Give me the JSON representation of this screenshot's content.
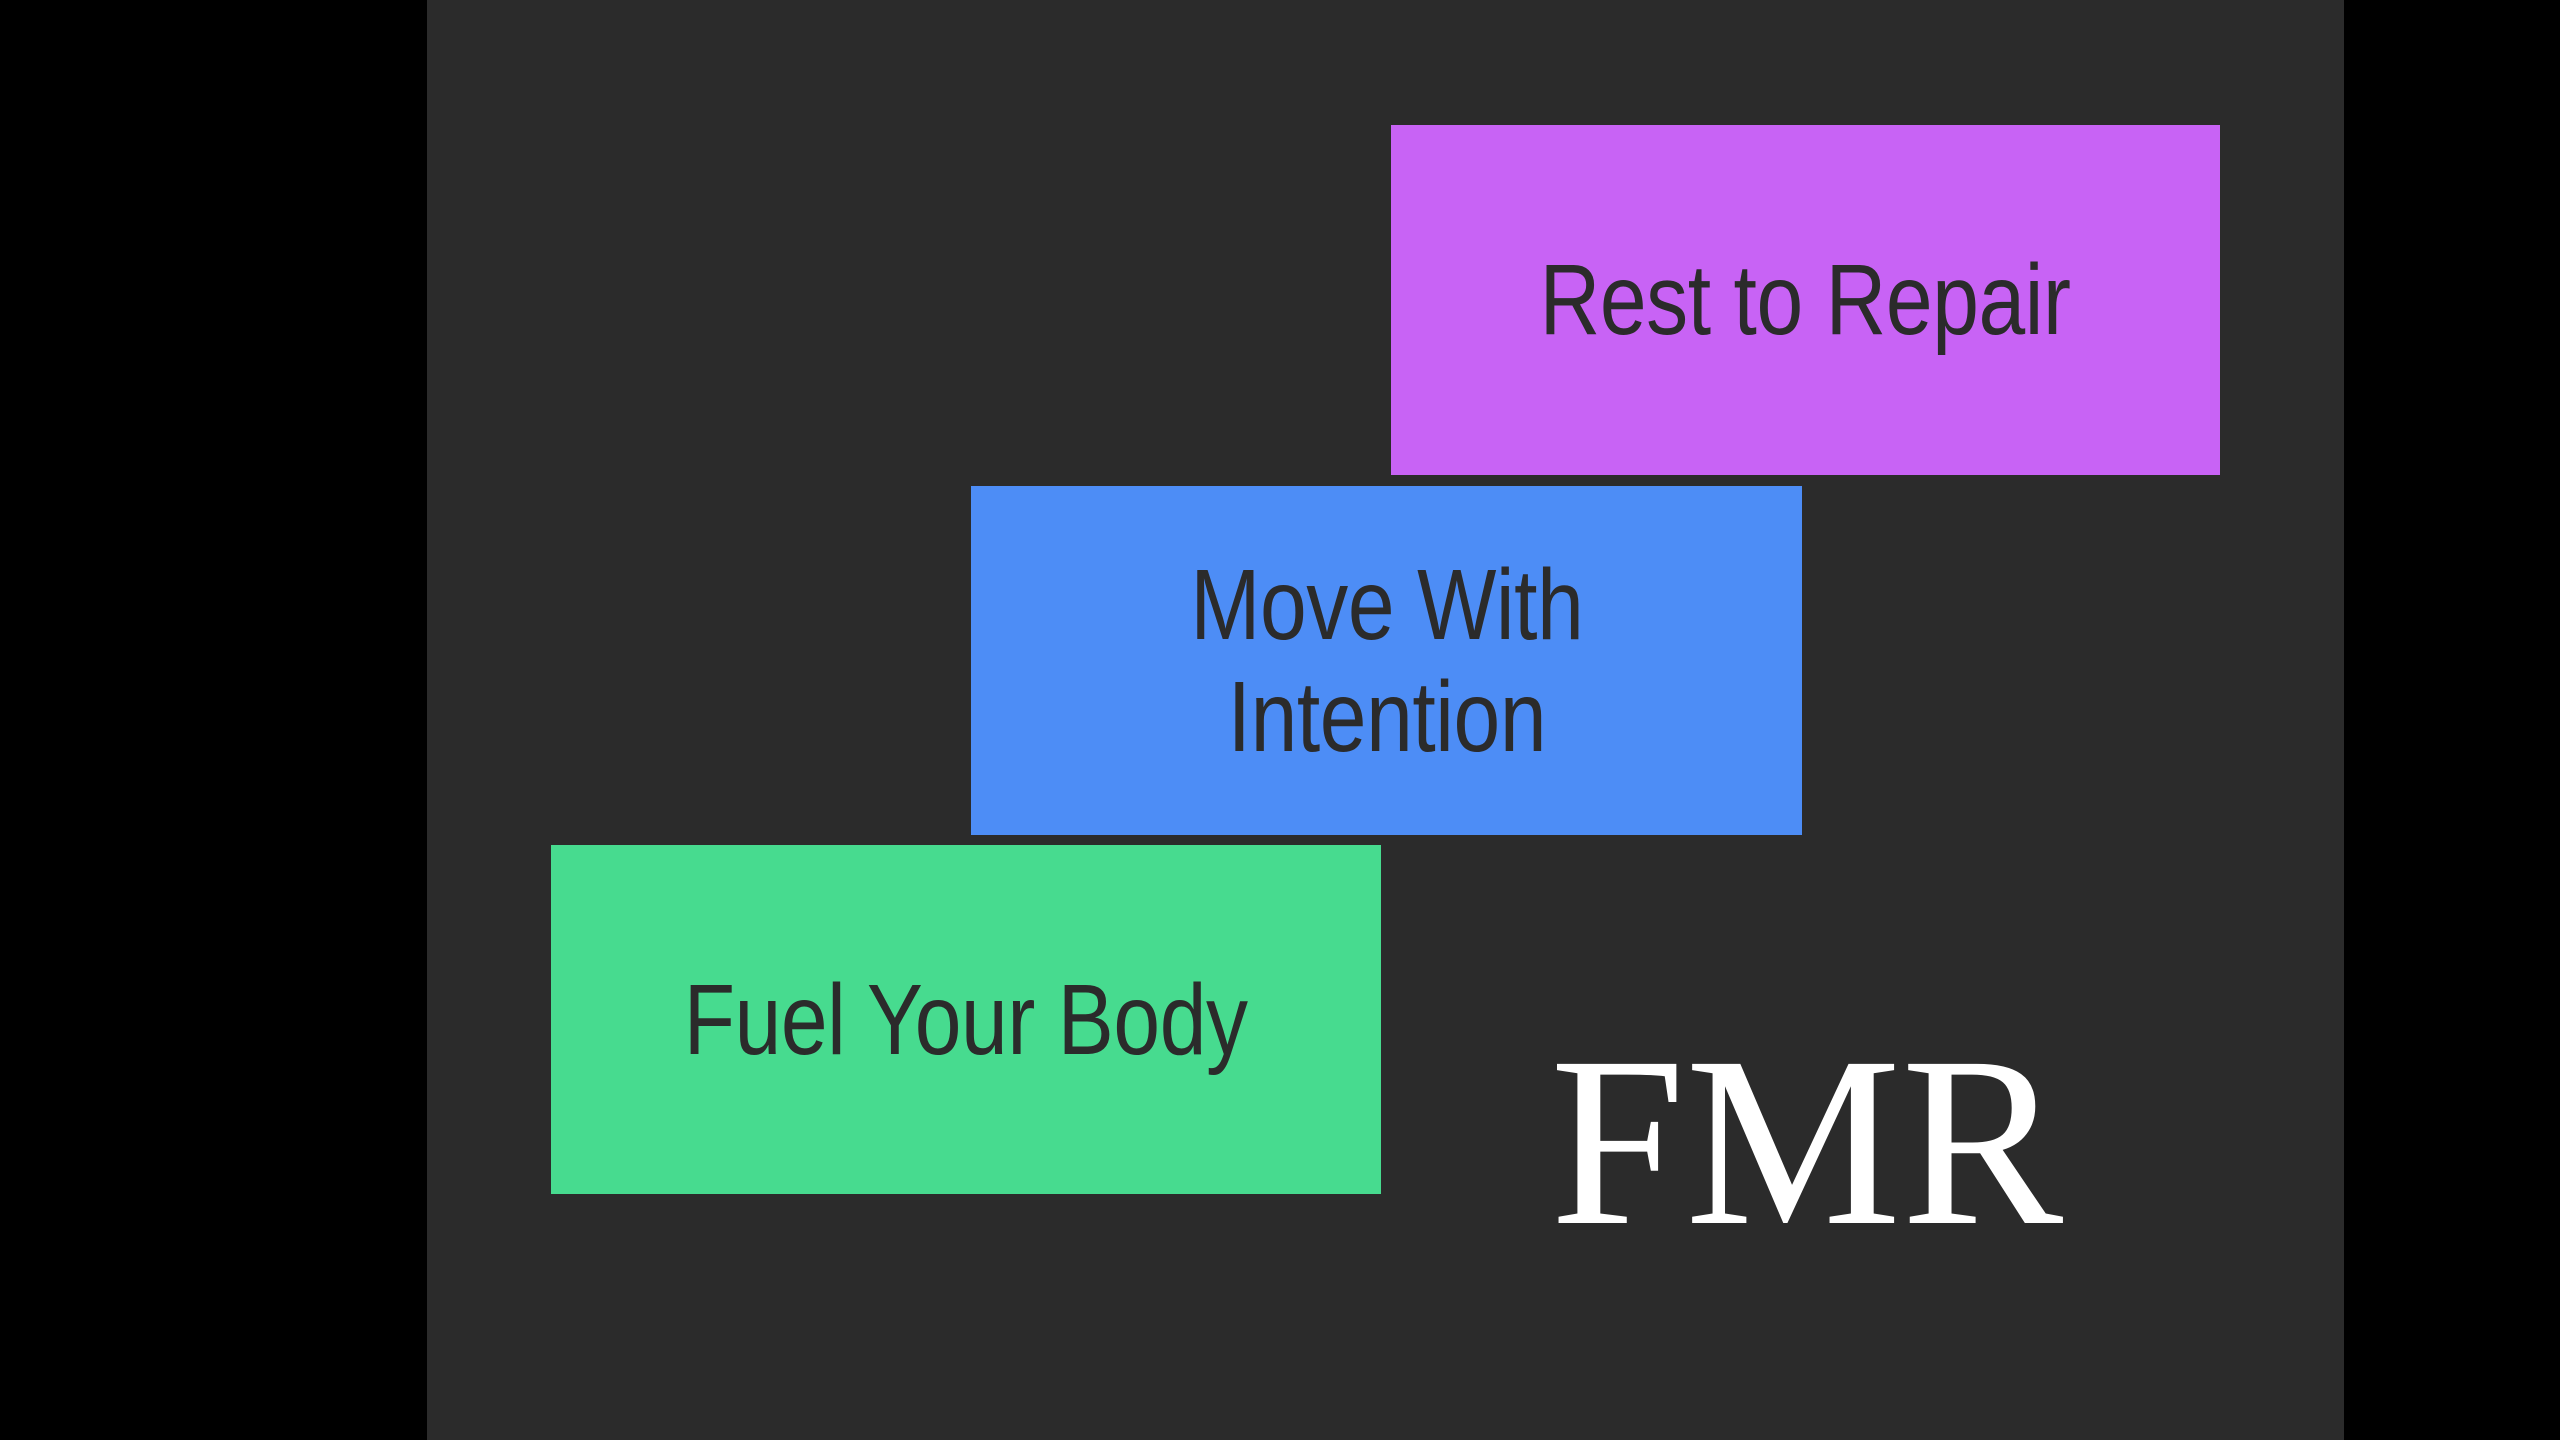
{
  "slide": {
    "background_color": "#2b2b2b",
    "letterbox_color": "#000000",
    "text_color": "#2b2b2b",
    "brand": {
      "wordmark": "FMR",
      "color": "#ffffff"
    },
    "cards": [
      {
        "id": "rest",
        "label": "Rest to Repair",
        "color": "#c863f5",
        "color_name": "purple"
      },
      {
        "id": "move",
        "label": "Move With\nIntention",
        "color": "#4d8df6",
        "color_name": "blue"
      },
      {
        "id": "fuel",
        "label": "Fuel Your Body",
        "color": "#47db8f",
        "color_name": "green"
      }
    ]
  }
}
